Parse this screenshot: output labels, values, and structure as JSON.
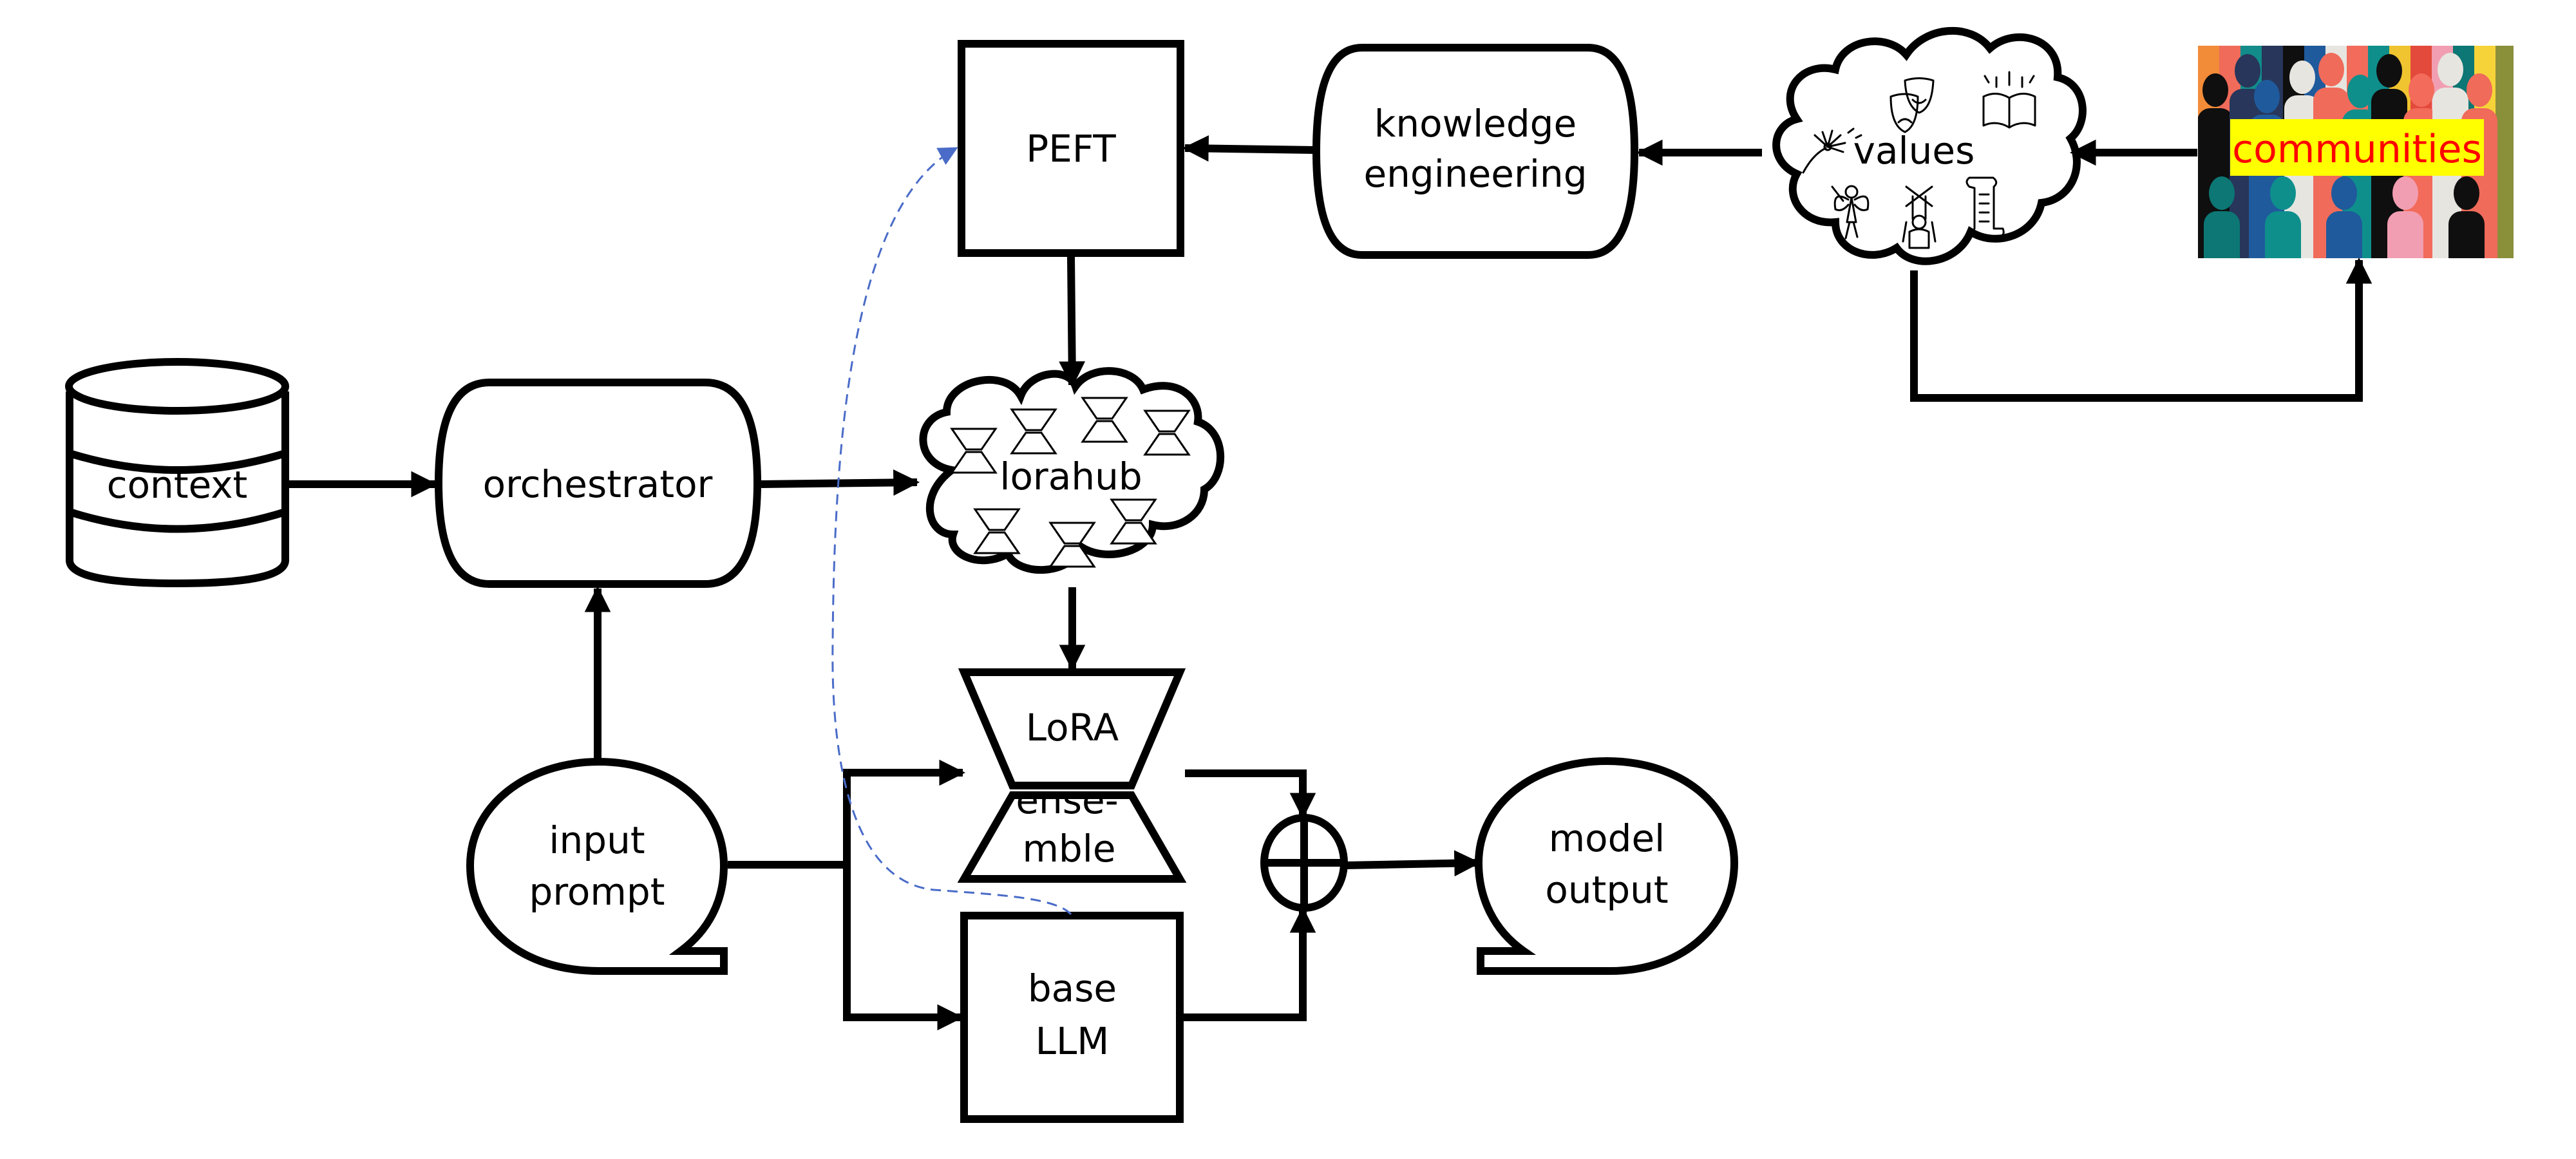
{
  "diagram": {
    "nodes": {
      "context": "context",
      "orchestrator": "orchestrator",
      "input_prompt": [
        "input",
        "prompt"
      ],
      "peft": "PEFT",
      "knowledge_engineering": [
        "knowledge",
        "engineering"
      ],
      "values": "values",
      "communities": "communities",
      "lorahub": "lorahub",
      "lora_ensemble": [
        "LoRA",
        "ense-",
        "mble"
      ],
      "base_llm": [
        "base",
        "LLM"
      ],
      "model_output": [
        "model",
        "output"
      ]
    },
    "edges": [
      {
        "from": "context",
        "to": "orchestrator"
      },
      {
        "from": "input_prompt",
        "to": "orchestrator"
      },
      {
        "from": "orchestrator",
        "to": "lorahub"
      },
      {
        "from": "communities",
        "to": "values"
      },
      {
        "from": "values",
        "to": "communities"
      },
      {
        "from": "values",
        "to": "knowledge_engineering"
      },
      {
        "from": "knowledge_engineering",
        "to": "peft"
      },
      {
        "from": "peft",
        "to": "lorahub"
      },
      {
        "from": "lorahub",
        "to": "lora_ensemble"
      },
      {
        "from": "input_prompt",
        "to": "lora_ensemble"
      },
      {
        "from": "input_prompt",
        "to": "base_llm"
      },
      {
        "from": "lora_ensemble",
        "to": "sum"
      },
      {
        "from": "base_llm",
        "to": "sum"
      },
      {
        "from": "sum",
        "to": "model_output"
      },
      {
        "from": "base_llm",
        "to": "peft",
        "style": "dashed"
      }
    ],
    "colors": {
      "stroke": "#000000",
      "dashed_edge": "#4a6cc8",
      "communities_label": "#ff0000",
      "communities_label_bg": "#ffff00"
    },
    "lorahub_adapter_count": 7,
    "values_icons": [
      "dandelion-icon",
      "theater-masks-icon",
      "open-book-icon",
      "fairy-icon",
      "puppet-icon",
      "scroll-icon"
    ]
  }
}
